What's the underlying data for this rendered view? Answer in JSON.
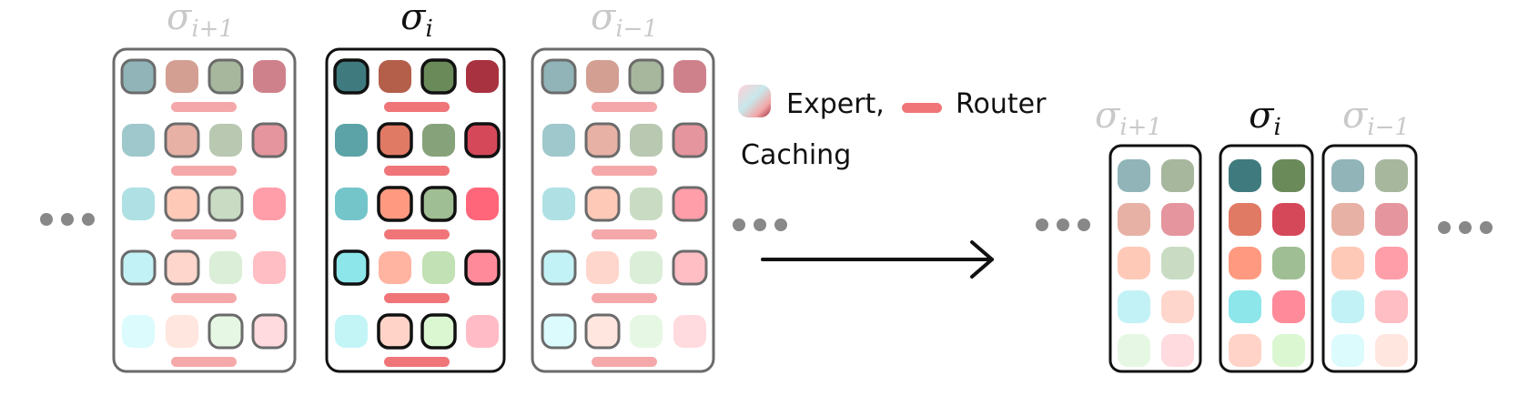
{
  "sigma_symbol": "σ",
  "labels": {
    "next": "i+1",
    "current": "i",
    "prev": "i−1"
  },
  "legend": {
    "expert_text": "Expert,",
    "router_text": "Router",
    "caching_text": "Caching"
  },
  "colors": {
    "line": "#111111",
    "faded_label": "#c9c9c9",
    "panel_border_faded": "#6b6b6b",
    "panel_border_active": "#111111",
    "dots": "#888888",
    "router_faded": "#f5a8aa",
    "router_active": "#f07579",
    "expert_border_faded": "#6b6b6b",
    "expert_border_active": "#111111"
  },
  "left_panels": [
    {
      "id": "next",
      "state": "faded",
      "rows": [
        [
          [
            "#90b4b8",
            1
          ],
          [
            "#d49f93",
            0
          ],
          [
            "#a6b79d",
            1
          ],
          [
            "#cf818b",
            0
          ]
        ],
        [
          [
            "#9fc8cc",
            0
          ],
          [
            "#e7b1a5",
            1
          ],
          [
            "#b8c8b1",
            0
          ],
          [
            "#e5959d",
            1
          ]
        ],
        [
          [
            "#aee0e4",
            0
          ],
          [
            "#ffc9b8",
            1
          ],
          [
            "#c9dcc3",
            1
          ],
          [
            "#ff9ea9",
            0
          ]
        ],
        [
          [
            "#c3f2f6",
            1
          ],
          [
            "#ffd6cc",
            1
          ],
          [
            "#dbeed7",
            0
          ],
          [
            "#ffbdc4",
            0
          ]
        ],
        [
          [
            "#dbfbfd",
            0
          ],
          [
            "#ffe6df",
            0
          ],
          [
            "#e6f8e3",
            1
          ],
          [
            "#ffdade",
            1
          ]
        ]
      ]
    },
    {
      "id": "current",
      "state": "active",
      "rows": [
        [
          [
            "#3f7b7e",
            1
          ],
          [
            "#b35f4a",
            0
          ],
          [
            "#6a8a5a",
            1
          ],
          [
            "#a8323f",
            0
          ]
        ],
        [
          [
            "#5ca3a7",
            0
          ],
          [
            "#e07a64",
            1
          ],
          [
            "#86a27a",
            0
          ],
          [
            "#d5485a",
            1
          ]
        ],
        [
          [
            "#74c5ca",
            0
          ],
          [
            "#ff9a80",
            1
          ],
          [
            "#9fbe93",
            1
          ],
          [
            "#ff6679",
            0
          ]
        ],
        [
          [
            "#8ce6ea",
            1
          ],
          [
            "#ffb4a2",
            0
          ],
          [
            "#c2e1b4",
            0
          ],
          [
            "#ff8b9a",
            1
          ]
        ],
        [
          [
            "#c3f5f7",
            0
          ],
          [
            "#ffd3c8",
            1
          ],
          [
            "#dbf7d2",
            1
          ],
          [
            "#ffbcc6",
            0
          ]
        ]
      ]
    },
    {
      "id": "prev",
      "state": "faded",
      "rows": [
        [
          [
            "#90b4b8",
            1
          ],
          [
            "#d49f93",
            0
          ],
          [
            "#a6b79d",
            1
          ],
          [
            "#cf818b",
            0
          ]
        ],
        [
          [
            "#9fc8cc",
            0
          ],
          [
            "#e7b1a5",
            1
          ],
          [
            "#b8c8b1",
            0
          ],
          [
            "#e5959d",
            1
          ]
        ],
        [
          [
            "#aee0e4",
            0
          ],
          [
            "#ffc9b8",
            1
          ],
          [
            "#c9dcc3",
            0
          ],
          [
            "#ff9ea9",
            1
          ]
        ],
        [
          [
            "#c3f2f6",
            1
          ],
          [
            "#ffd6cc",
            0
          ],
          [
            "#dbeed7",
            0
          ],
          [
            "#ffbdc4",
            1
          ]
        ],
        [
          [
            "#dbfbfd",
            1
          ],
          [
            "#ffe6df",
            1
          ],
          [
            "#e6f8e3",
            0
          ],
          [
            "#ffdade",
            0
          ]
        ]
      ]
    }
  ],
  "right_panels": [
    {
      "id": "next",
      "state": "faded",
      "rows": [
        [
          [
            "#90b4b8"
          ],
          [
            "#a6b79d"
          ]
        ],
        [
          [
            "#e7b1a5"
          ],
          [
            "#e5959d"
          ]
        ],
        [
          [
            "#ffc9b8"
          ],
          [
            "#c9dcc3"
          ]
        ],
        [
          [
            "#c3f2f6"
          ],
          [
            "#ffd6cc"
          ]
        ],
        [
          [
            "#e6f8e3"
          ],
          [
            "#ffdade"
          ]
        ]
      ]
    },
    {
      "id": "current",
      "state": "active",
      "rows": [
        [
          [
            "#3f7b7e"
          ],
          [
            "#6a8a5a"
          ]
        ],
        [
          [
            "#e07a64"
          ],
          [
            "#d5485a"
          ]
        ],
        [
          [
            "#ff9a80"
          ],
          [
            "#9fbe93"
          ]
        ],
        [
          [
            "#8ce6ea"
          ],
          [
            "#ff8b9a"
          ]
        ],
        [
          [
            "#ffd3c8"
          ],
          [
            "#dbf7d2"
          ]
        ]
      ]
    },
    {
      "id": "prev",
      "state": "faded",
      "rows": [
        [
          [
            "#90b4b8"
          ],
          [
            "#a6b79d"
          ]
        ],
        [
          [
            "#e7b1a5"
          ],
          [
            "#e5959d"
          ]
        ],
        [
          [
            "#ffc9b8"
          ],
          [
            "#ff9ea9"
          ]
        ],
        [
          [
            "#c3f2f6"
          ],
          [
            "#ffbdc4"
          ]
        ],
        [
          [
            "#dbfbfd"
          ],
          [
            "#ffe6df"
          ]
        ]
      ]
    }
  ]
}
